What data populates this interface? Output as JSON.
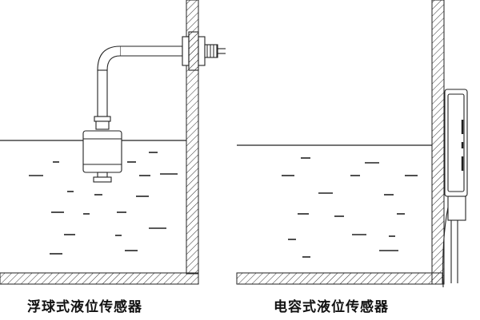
{
  "captions": {
    "left": "浮球式液位传感器",
    "right": "电容式液位传感器"
  },
  "colors": {
    "line": "#222222",
    "hatch": "#333333",
    "background": "#ffffff"
  },
  "diagrams": [
    {
      "name": "float-ball-level-sensor",
      "tank": "open-tank-with-side-wall",
      "sensor": "float-ball-on-bent-pipe"
    },
    {
      "name": "capacitive-level-sensor",
      "tank": "open-tank-with-side-wall",
      "sensor": "capacitive-probe-external"
    }
  ]
}
